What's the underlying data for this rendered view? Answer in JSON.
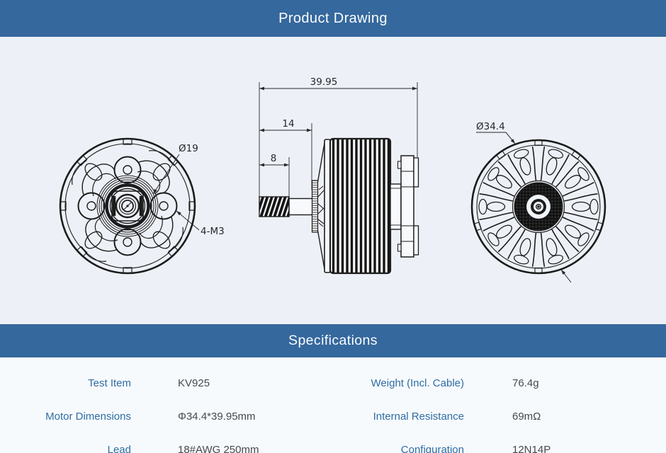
{
  "header": {
    "title": "Product Drawing"
  },
  "drawing": {
    "side_view_dims": {
      "overall_length": "39.95",
      "shaft_length": "14",
      "thread_length": "8"
    },
    "front_view_labels": {
      "shaft_ring_diameter": "Ø19",
      "mount_holes": "4-M3"
    },
    "back_view_labels": {
      "outer_diameter": "Ø34.4"
    }
  },
  "specifications": {
    "title": "Specifications",
    "rows": [
      {
        "left_label": "Test Item",
        "left_value": "KV925",
        "right_label": "Weight (Incl. Cable)",
        "right_value": "76.4g"
      },
      {
        "left_label": "Motor Dimensions",
        "left_value": "Φ34.4*39.95mm",
        "right_label": "Internal Resistance",
        "right_value": "69mΩ"
      },
      {
        "left_label": "Lead",
        "left_value": "18#AWG 250mm",
        "right_label": "Configuration",
        "right_value": "12N14P"
      }
    ]
  },
  "colors": {
    "bar_blue": "#35689d",
    "drawing_background": "#edf1f7",
    "specs_background": "#f7fafd",
    "label_blue": "#2e6da4",
    "value_gray": "#46494d",
    "line_dark": "#1c1c1c"
  }
}
